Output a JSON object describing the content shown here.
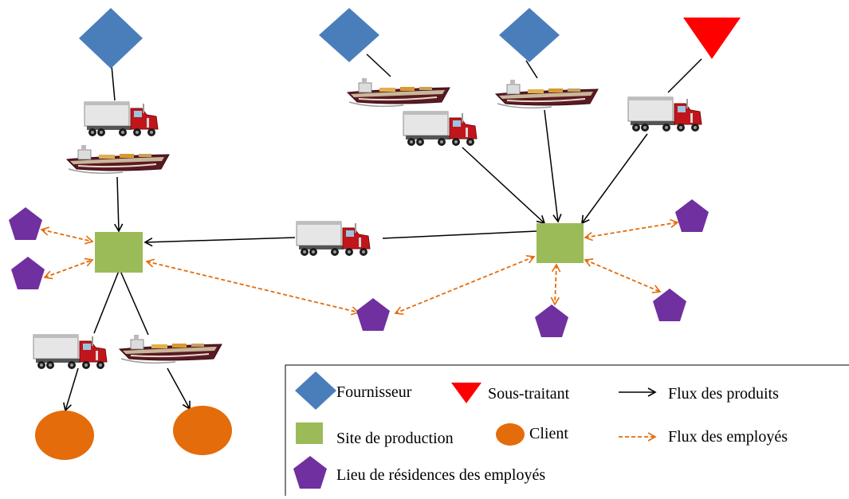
{
  "colors": {
    "fournisseur": "#4a7ebb",
    "sous_traitant": "#ff0000",
    "site": "#9bbb59",
    "client": "#e46c0a",
    "residence": "#7030a0",
    "flux_produits": "#000000",
    "flux_employes": "#e46c0a"
  },
  "legend": {
    "fournisseur": "Fournisseur",
    "sous_traitant": "Sous-traitant",
    "flux_produits": "Flux des produits",
    "site": "Site de production",
    "client": "Client",
    "flux_employes": "Flux des employés",
    "residence": "Lieu de résidences des employés"
  },
  "icons": {
    "transport_truck": "truck-icon",
    "transport_ship": "ship-icon"
  }
}
